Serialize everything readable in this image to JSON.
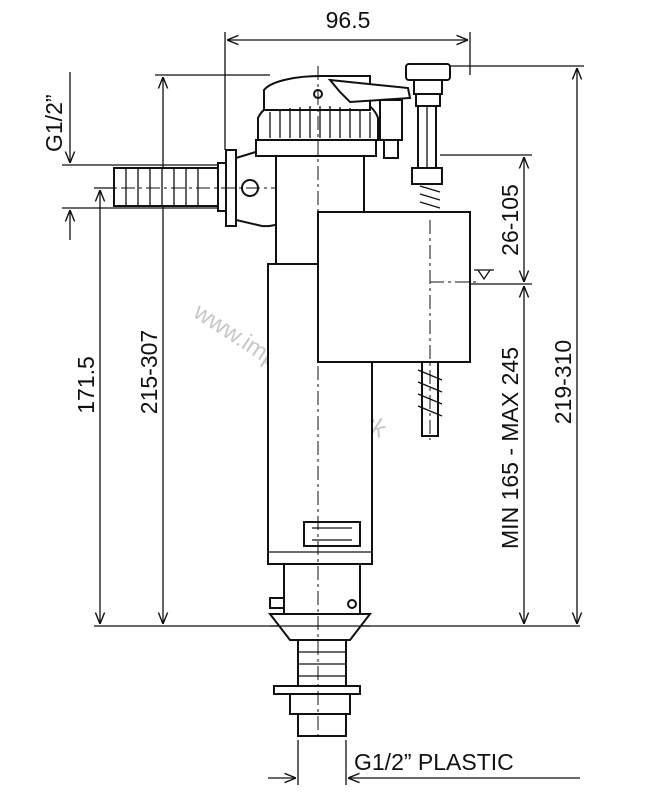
{
  "dimensions": {
    "width_top": "96.5",
    "inlet_thread": "G1/2”",
    "outlet_thread": "G1/2” PLASTIC",
    "inlet_height": "171.5",
    "overall_height_left": "215-307",
    "overall_height_right": "219-310",
    "float_adjust": "26-105",
    "water_level_range": "MIN 165 - MAX 245"
  },
  "watermark": "www.imperialshop.sk"
}
